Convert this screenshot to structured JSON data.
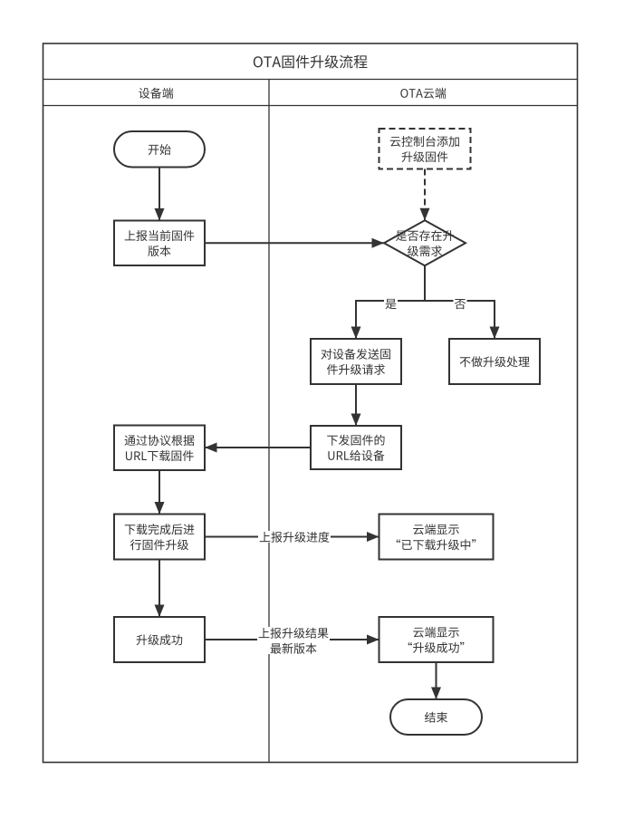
{
  "diagram": {
    "title": "OTA固件升级流程",
    "lanes": {
      "device": {
        "label": "设备端"
      },
      "cloud": {
        "label": "OTA云端"
      }
    },
    "nodes": {
      "start": {
        "label": "开始",
        "type": "terminator"
      },
      "report_version": {
        "label": "上报当前固件\n版本",
        "type": "process"
      },
      "cloud_console": {
        "label": "云控制台添加\n升级固件",
        "type": "process-dashed"
      },
      "decision": {
        "label": "是否存在升\n级需求",
        "type": "decision"
      },
      "send_request": {
        "label": "对设备发送固\n件升级请求",
        "type": "process"
      },
      "no_upgrade": {
        "label": "不做升级处理",
        "type": "process"
      },
      "send_url": {
        "label": "下发固件的\nURL给设备",
        "type": "process"
      },
      "download": {
        "label": "通过协议根据\nURL下载固件",
        "type": "process"
      },
      "do_upgrade": {
        "label": "下载完成后进\n行固件升级",
        "type": "process"
      },
      "cloud_downloading": {
        "label": "云端显示\n“已下载升级中”",
        "type": "process"
      },
      "upgrade_success": {
        "label": "升级成功",
        "type": "process"
      },
      "cloud_success": {
        "label": "云端显示\n“升级成功”",
        "type": "process"
      },
      "end": {
        "label": "结束",
        "type": "terminator"
      }
    },
    "edge_labels": {
      "yes": "是",
      "no": "否",
      "report_progress": "上报升级进度",
      "report_result": "上报升级结果\n最新版本"
    },
    "colors": {
      "stroke": "#333333",
      "text": "#333333",
      "background": "#ffffff"
    }
  }
}
